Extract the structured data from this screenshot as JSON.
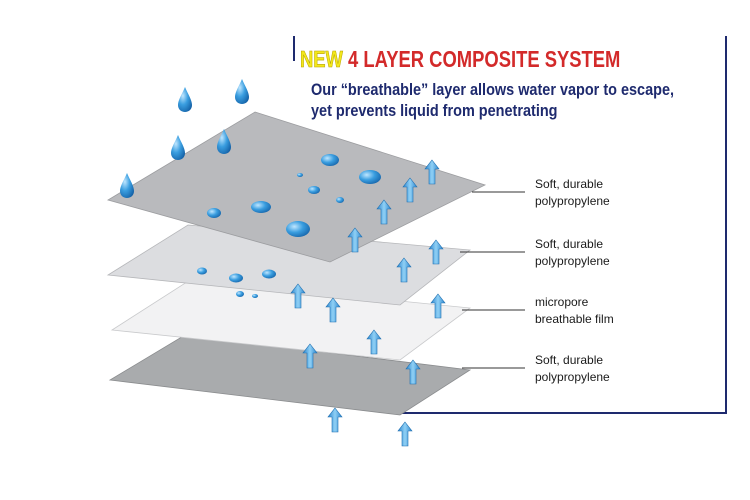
{
  "header": {
    "title_new": "NEW",
    "title_rest": "4 LAYER COMPOSITE SYSTEM",
    "subtitle_line1": "Our “breathable” layer allows water vapor to escape,",
    "subtitle_line2": "yet prevents liquid from penetrating"
  },
  "layers": [
    {
      "line1": "Soft, durable",
      "line2": "polypropylene"
    },
    {
      "line1": "Soft, durable",
      "line2": "polypropylene"
    },
    {
      "line1": "micropore",
      "line2": "breathable film"
    },
    {
      "line1": "Soft, durable",
      "line2": "polypropylene"
    }
  ],
  "colors": {
    "title_new": "#f3e81c",
    "title_rest": "#d32a2a",
    "subtitle": "#1e2a6e",
    "droplet": "#2f8fd0",
    "arrow": "#4aa3e0"
  }
}
